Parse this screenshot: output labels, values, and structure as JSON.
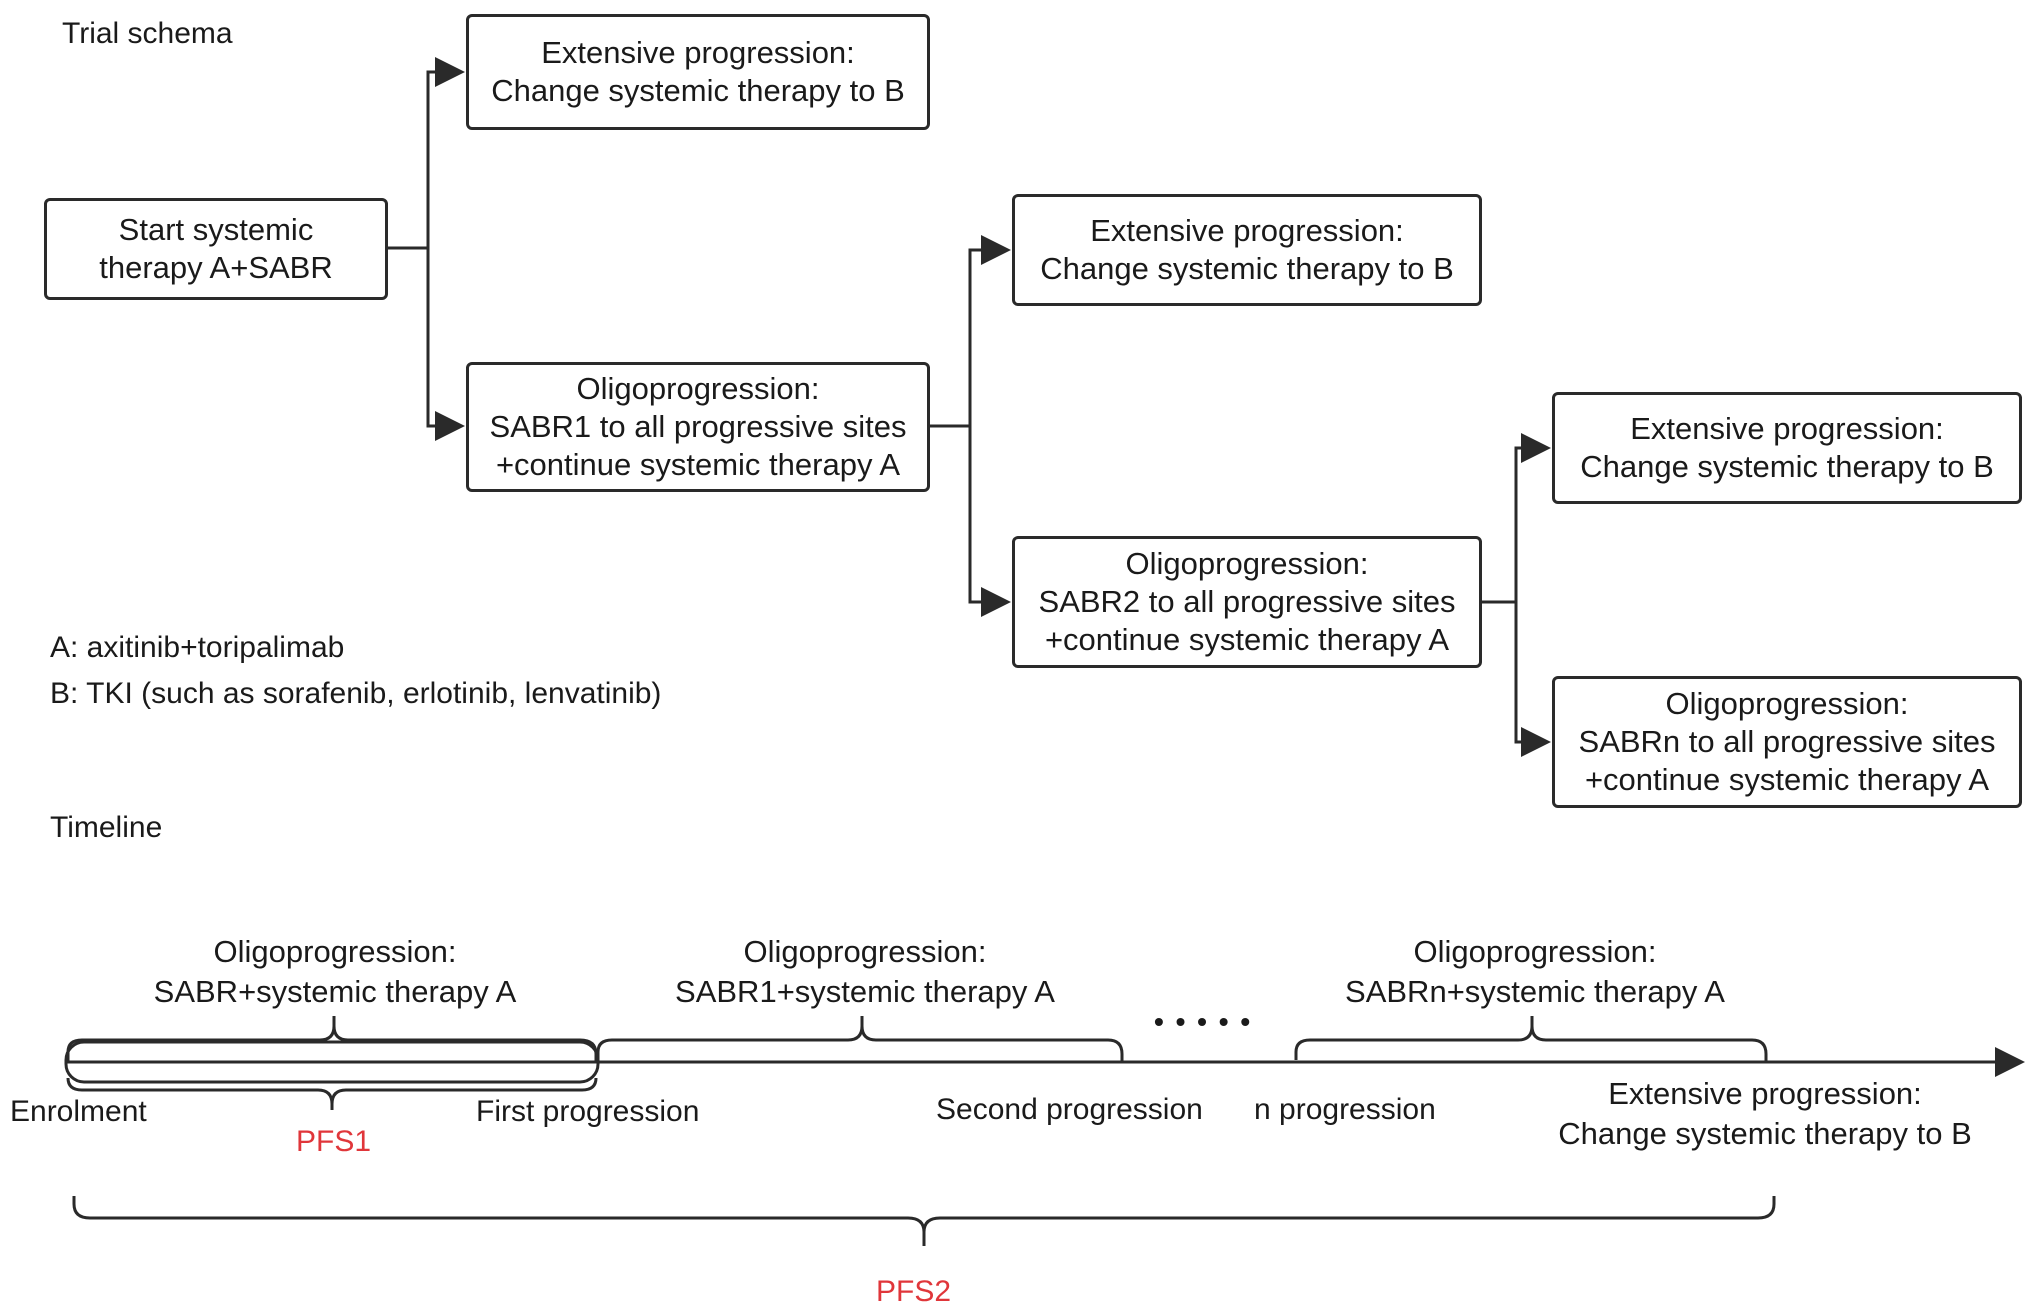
{
  "schema": {
    "title": "Trial schema",
    "start": {
      "line1": "Start systemic",
      "line2": "therapy A+SABR"
    },
    "ext1": {
      "line1": "Extensive progression:",
      "line2": "Change systemic therapy to B"
    },
    "oligo1": {
      "line1": "Oligoprogression:",
      "line2": "SABR1 to all progressive sites",
      "line3": "+continue systemic therapy A"
    },
    "ext2": {
      "line1": "Extensive progression:",
      "line2": "Change systemic therapy to B"
    },
    "oligo2": {
      "line1": "Oligoprogression:",
      "line2": "SABR2 to all progressive sites",
      "line3": "+continue systemic therapy A"
    },
    "ext3": {
      "line1": "Extensive progression:",
      "line2": "Change systemic therapy to B"
    },
    "oligon": {
      "line1": "Oligoprogression:",
      "line2": "SABRn to all progressive sites",
      "line3": "+continue systemic therapy A"
    }
  },
  "legend": {
    "a": "A:  axitinib+toripalimab",
    "b": "B:  TKI (such as sorafenib, erlotinib, lenvatinib)"
  },
  "timeline": {
    "title": "Timeline",
    "phase1": {
      "line1": "Oligoprogression:",
      "line2": "SABR+systemic therapy A"
    },
    "phase2": {
      "line1": "Oligoprogression:",
      "line2": "SABR1+systemic therapy A"
    },
    "phasen": {
      "line1": "Oligoprogression:",
      "line2": "SABRn+systemic therapy A"
    },
    "dots": "• • • • •",
    "enrolment": "Enrolment",
    "pfs1": "PFS1",
    "first": "First progression",
    "second": "Second progression",
    "nprog": "n progression",
    "ext": {
      "line1": "Extensive progression:",
      "line2": "Change systemic therapy to B"
    },
    "pfs2": "PFS2"
  },
  "colors": {
    "line": "#2a2a2a",
    "pfs": "#e0363a"
  }
}
